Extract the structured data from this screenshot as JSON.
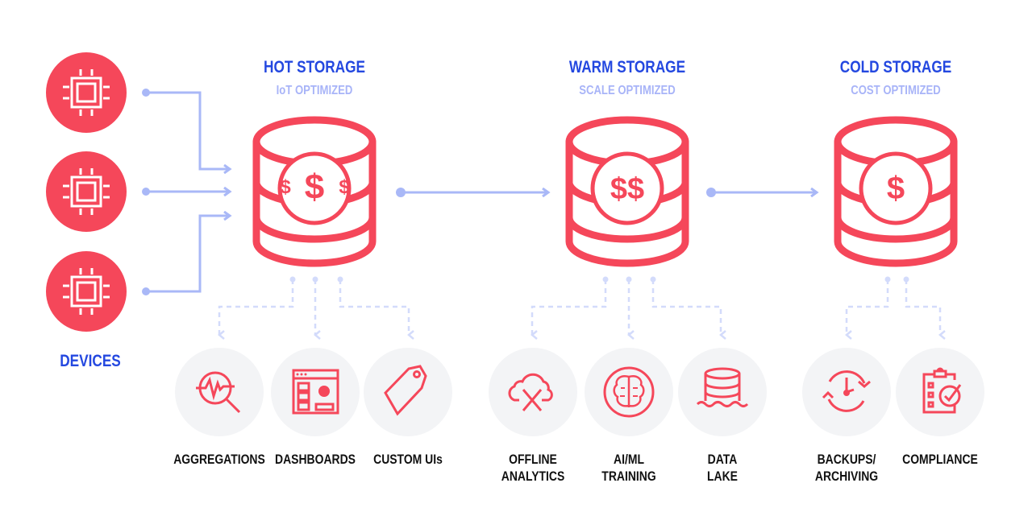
{
  "devices": {
    "label": "DEVICES",
    "count": 3,
    "icon": "chip-icon"
  },
  "tiers": [
    {
      "title": "HOT STORAGE",
      "subtitle": "IoT OPTIMIZED",
      "cost_symbol": "$$$",
      "uses": [
        {
          "label_lines": [
            "AGGREGATIONS"
          ],
          "icon": "analytics-magnifier-icon"
        },
        {
          "label_lines": [
            "DASHBOARDS"
          ],
          "icon": "dashboard-window-icon"
        },
        {
          "label_lines": [
            "CUSTOM UIs"
          ],
          "icon": "tag-icon"
        }
      ]
    },
    {
      "title": "WARM STORAGE",
      "subtitle": "SCALE OPTIMIZED",
      "cost_symbol": "$$",
      "uses": [
        {
          "label_lines": [
            "OFFLINE",
            "ANALYTICS"
          ],
          "icon": "cloud-offline-icon"
        },
        {
          "label_lines": [
            "AI/ML",
            "TRAINING"
          ],
          "icon": "brain-icon"
        },
        {
          "label_lines": [
            "DATA",
            "LAKE"
          ],
          "icon": "data-lake-icon"
        }
      ]
    },
    {
      "title": "COLD STORAGE",
      "subtitle": "COST OPTIMIZED",
      "cost_symbol": "$",
      "uses": [
        {
          "label_lines": [
            "BACKUPS/",
            "ARCHIVING"
          ],
          "icon": "backup-clock-icon"
        },
        {
          "label_lines": [
            "COMPLIANCE"
          ],
          "icon": "clipboard-check-icon"
        }
      ]
    }
  ],
  "colors": {
    "accent_red": "#f5475a",
    "title_blue": "#2448e0",
    "subtitle_blue": "#a8b4f8",
    "connector": "#a9b8f7",
    "connector_dashed": "#d3dbfb",
    "usecase_bg": "#f3f4f6"
  }
}
